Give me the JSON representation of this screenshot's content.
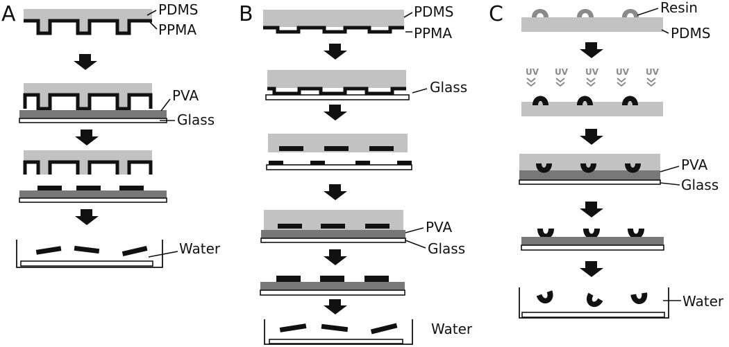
{
  "panels": {
    "a": {
      "letter": "A",
      "labels": {
        "pdms": "PDMS",
        "ppma": "PPMA",
        "pva": "PVA",
        "glass": "Glass",
        "water": "Water"
      }
    },
    "b": {
      "letter": "B",
      "labels": {
        "pdms": "PDMS",
        "ppma": "PPMA",
        "glass": "Glass",
        "pva": "PVA",
        "glass2": "Glass",
        "water": "Water"
      }
    },
    "c": {
      "letter": "C",
      "labels": {
        "resin": "Resin",
        "pdms": "PDMS",
        "uv": "UV",
        "pva": "PVA",
        "glass": "Glass",
        "water": "Water"
      }
    }
  },
  "colors": {
    "pdms": "#c2c2c2",
    "pva": "#787878",
    "structure": "#111111",
    "uncured_resin": "#8a8a8a",
    "glass": "#ffffff"
  }
}
